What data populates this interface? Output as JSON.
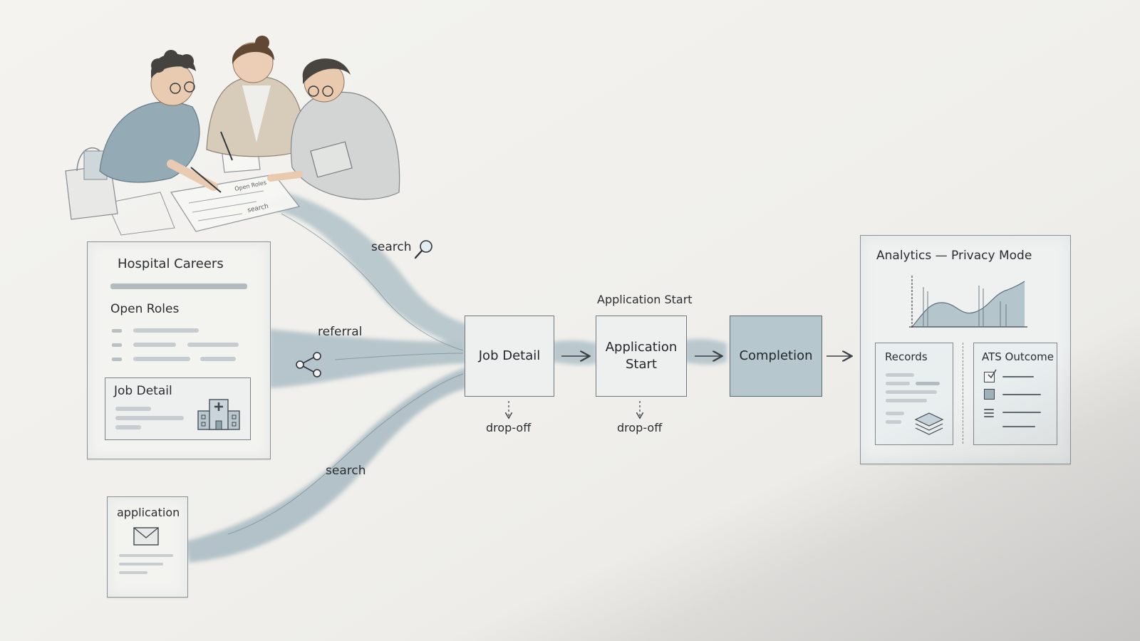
{
  "sources": {
    "careers": {
      "title": "Hospital Careers",
      "open_roles": "Open Roles",
      "job_detail": "Job Detail"
    },
    "application": "application"
  },
  "flow_labels": {
    "search_top": "search",
    "referral": "referral",
    "search_bottom": "search"
  },
  "stages": {
    "job_detail": "Job Detail",
    "application_start_heading": "Application Start",
    "application_start_line1": "Application",
    "application_start_line2": "Start",
    "completion": "Completion",
    "dropoff_1": "drop-off",
    "dropoff_2": "drop-off"
  },
  "analytics": {
    "title": "Analytics — Privacy Mode",
    "records": "Records",
    "ats_outcome": "ATS Outcome"
  },
  "colors": {
    "stream": "#9fb4bd",
    "stream_dark": "#7f97a2",
    "ink": "#2a2d31"
  }
}
